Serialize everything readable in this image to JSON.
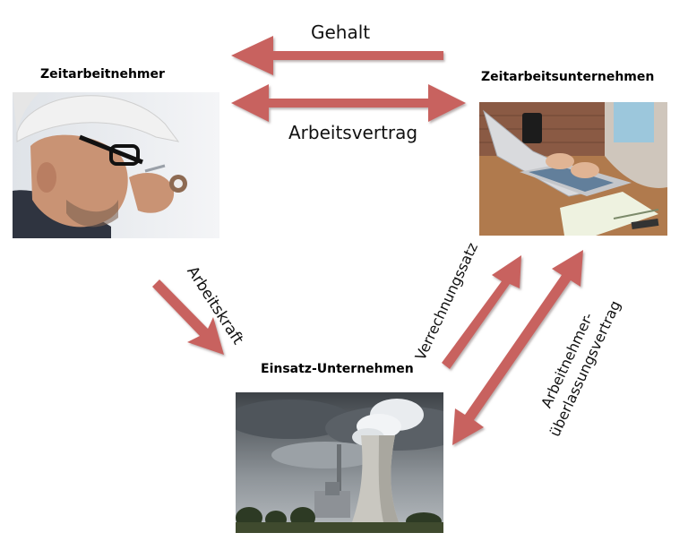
{
  "nodes": {
    "worker": {
      "title": "Zeitarbeitnehmer",
      "image": "worker-with-hardhat-photo"
    },
    "agency": {
      "title": "Zeitarbeitsunternehmen",
      "image": "person-at-laptop-photo"
    },
    "client": {
      "title": "Einsatz-Unternehmen",
      "image": "power-plant-cooling-tower-photo"
    }
  },
  "edges": {
    "salary": "Gehalt",
    "employment_contract": "Arbeitsvertrag",
    "labor": "Arbeitskraft",
    "billing_rate": "Verrechnungssatz",
    "leasing_contract_line1": "Arbeitnehmer-",
    "leasing_contract_line2": "überlassungsvertrag"
  },
  "colors": {
    "arrow": "#c8625f",
    "arrow_shadow": "#9b8a8a"
  }
}
